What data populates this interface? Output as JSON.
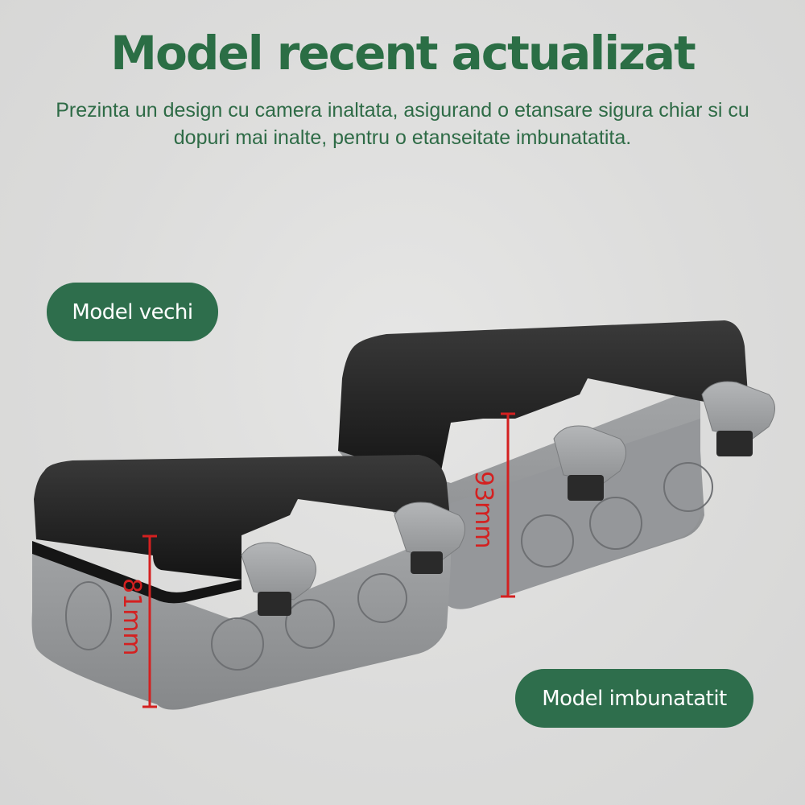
{
  "header": {
    "title": "Model recent actualizat",
    "subtitle": "Prezinta un design cu camera inaltata, asigurand o etansare sigura chiar si cu dopuri mai inalte, pentru o etanseitate imbunatatita."
  },
  "labels": {
    "old_model": "Model vechi",
    "new_model": "Model imbunatatit"
  },
  "dimensions": {
    "old_height": "81mm",
    "new_height": "93mm"
  },
  "colors": {
    "brand_green": "#2b6e45",
    "pill_green": "#2e6e4c",
    "dimension_red": "#d42020",
    "background": "#e0e0df",
    "cover_black": "#1e1e1e",
    "body_grey": "#8e9092"
  },
  "products": [
    {
      "name": "old-socket-box",
      "label": "Model vechi",
      "height": "81mm"
    },
    {
      "name": "new-socket-box",
      "label": "Model imbunatatit",
      "height": "93mm"
    }
  ]
}
